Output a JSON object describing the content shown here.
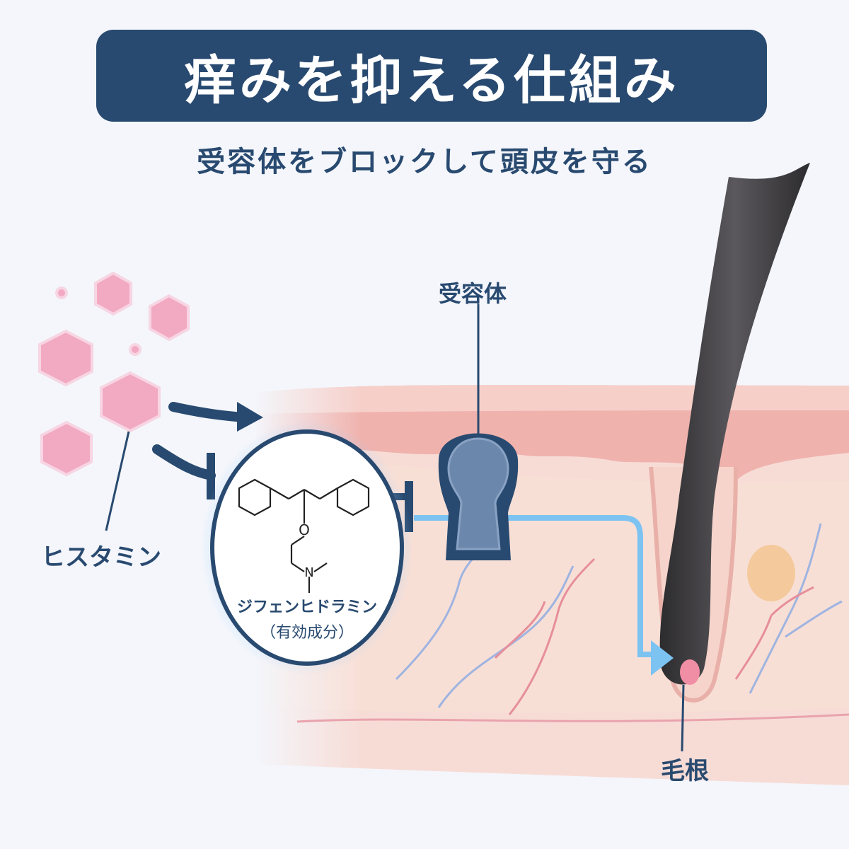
{
  "title": "痒みを抑える仕組み",
  "subtitle": "受容体をブロックして頭皮を守る",
  "labels": {
    "histamine": "ヒスタミン",
    "receptor": "受容体",
    "drug_name": "ジフェンヒドラミン",
    "drug_note": "（有効成分）",
    "hair_root": "毛根"
  },
  "molecule_atoms": {
    "oxygen": "O",
    "nitrogen": "N"
  },
  "colors": {
    "navy": "#294a70",
    "histamine_pink": "#f2a9c2",
    "skin_pink": "#f0b9b4",
    "signal_blue": "#7cc3f2",
    "hair": "#3f3d40"
  }
}
